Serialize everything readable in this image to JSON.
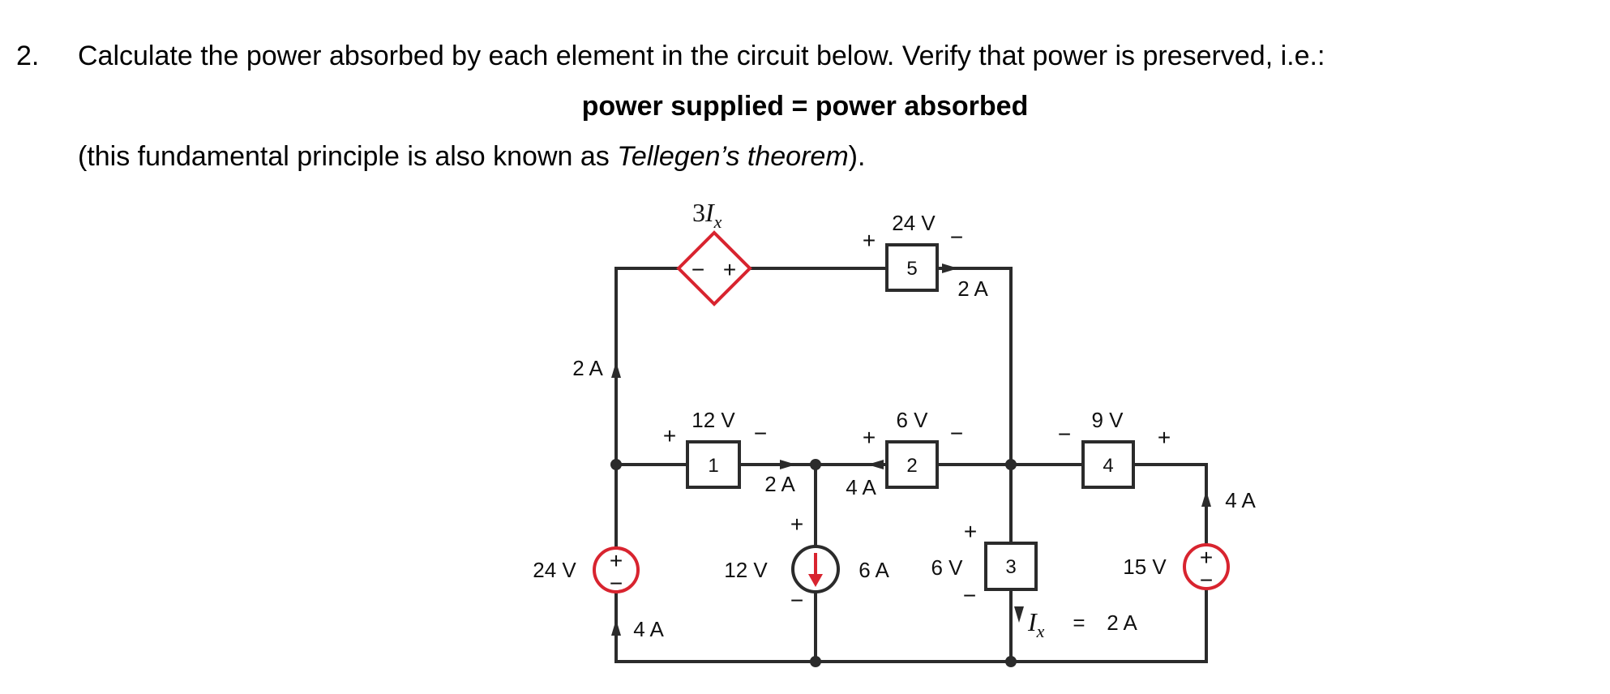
{
  "problem": {
    "number": "2.",
    "question": "Calculate the power absorbed by each element in the circuit below. Verify that power is preserved, i.e.:",
    "equation": "power supplied = power absorbed",
    "note_start": "(this fundamental principle is also known as ",
    "note_theorem": "Tellegen’s theorem",
    "note_end": ")."
  },
  "circuit": {
    "dependent_source": {
      "coef": "3",
      "var": "I",
      "sub": "x",
      "minus": "−",
      "plus": "+"
    },
    "element5": {
      "number": "5",
      "voltage": "24 V",
      "plus": "+",
      "minus": "−",
      "current": "2 A"
    },
    "left_branch_current": "2 A",
    "element1": {
      "number": "1",
      "voltage": "12 V",
      "plus": "+",
      "minus": "−",
      "current": "2 A"
    },
    "element2": {
      "number": "2",
      "voltage": "6 V",
      "plus": "+",
      "minus": "−",
      "current": "4 A"
    },
    "element4": {
      "number": "4",
      "voltage": "9 V",
      "plus": "+",
      "minus": "−"
    },
    "element3": {
      "number": "3",
      "voltage": "6 V",
      "plus": "+",
      "minus": "−"
    },
    "ix_label": {
      "var": "I",
      "sub": "x",
      "eq": "=",
      "value": "2 A"
    },
    "source_24v": {
      "voltage": "24 V",
      "current": "4 A",
      "plus": "+",
      "minus": "−"
    },
    "current_source": {
      "voltage": "12 V",
      "current": "6 A",
      "plus": "+",
      "minus": "−"
    },
    "source_15v": {
      "voltage": "15 V",
      "current": "4 A",
      "plus": "+",
      "minus": "−"
    },
    "colors": {
      "wire": "#2b2b2b",
      "source": "#d8242f"
    }
  }
}
